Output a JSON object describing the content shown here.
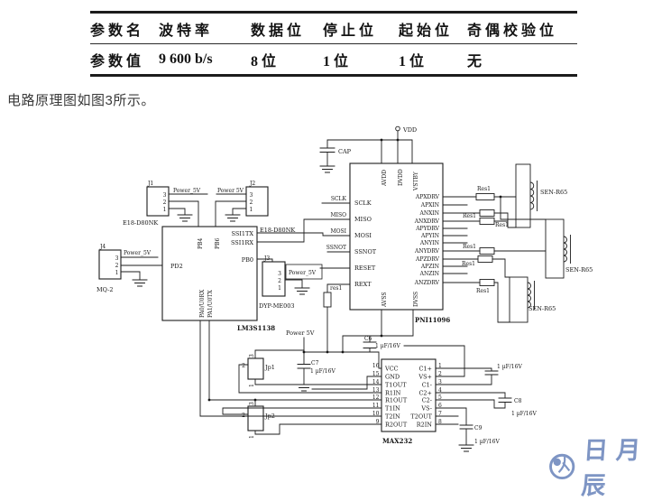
{
  "table": {
    "headers": [
      "参数名",
      "波特率",
      "数据位",
      "停止位",
      "起始位",
      "奇偶校验位"
    ],
    "values": [
      "参数值",
      "9 600 b/s",
      "8 位",
      "1 位",
      "1 位",
      "无"
    ]
  },
  "caption": "电路原理图如图3所示。",
  "watermark": {
    "text": "日月辰",
    "color": "#7E95C4"
  },
  "circuit": {
    "nets": {
      "vdd": "VDD",
      "power5v": "Power_5V",
      "power5v_space": "Power 5V"
    },
    "cap_top": "CAP",
    "pni": {
      "name": "PNI11096",
      "top_pins": [
        "AVDD",
        "DVDD",
        "VSTBY"
      ],
      "left_pins": [
        "SCLK",
        "MISO",
        "MOSI",
        "SSNOT",
        "RESET",
        "REXT"
      ],
      "left_wire_labels": [
        "SCLK",
        "MISO",
        "MOSI",
        "SSNOT"
      ],
      "right_pins": [
        "APXDRV",
        "APXIN",
        "ANXIN",
        "ANXDRV",
        "APYDRV",
        "APYIN",
        "ANYIN",
        "ANYDRV",
        "APZDRV",
        "APZIN",
        "ANZIN",
        "ANZDRV"
      ],
      "bottom_pins": [
        "AVSS",
        "DVSS"
      ]
    },
    "mcu": {
      "name": "LM3S1138",
      "left_pin": "PD2",
      "top_pins": [
        "PB4",
        "PB6"
      ],
      "right_pins": [
        "SSI1TX",
        "SSI1RX",
        "PB0"
      ],
      "bottom_pins": [
        "PA0/U0RX",
        "PA1/U0TX"
      ]
    },
    "max232": {
      "name": "MAX232",
      "left_nums": [
        "16",
        "15",
        "14",
        "13",
        "12",
        "11",
        "10",
        "9"
      ],
      "left_names": [
        "VCC",
        "GND",
        "T1OUT",
        "R1IN",
        "R1OUT",
        "T1IN",
        "T2IN",
        "R2OUT"
      ],
      "right_nums": [
        "1",
        "2",
        "3",
        "4",
        "5",
        "6",
        "7",
        "8"
      ],
      "right_names": [
        "C1+",
        "VS+",
        "C1-",
        "C2+",
        "C2-",
        "VS-",
        "T2OUT",
        "R2IN"
      ]
    },
    "connectors": {
      "j1": "J1",
      "j2": "J2",
      "j3": "J3",
      "j4": "J4",
      "jp1": "Jp1",
      "jp2": "Jp2",
      "pin3": "3",
      "pin2": "2",
      "pin1": "1",
      "dev_e18": "E18-D80NK",
      "dev_dyp": "DYP-ME003",
      "dev_mq2": "MQ-2"
    },
    "resistor_small": "res1",
    "resistor_big": "Res1",
    "sensor": "SEN-R65",
    "caps": {
      "c6": "C6",
      "c7": "C7",
      "c8": "C8",
      "c9": "C9",
      "value": "1 µF/16V"
    }
  }
}
